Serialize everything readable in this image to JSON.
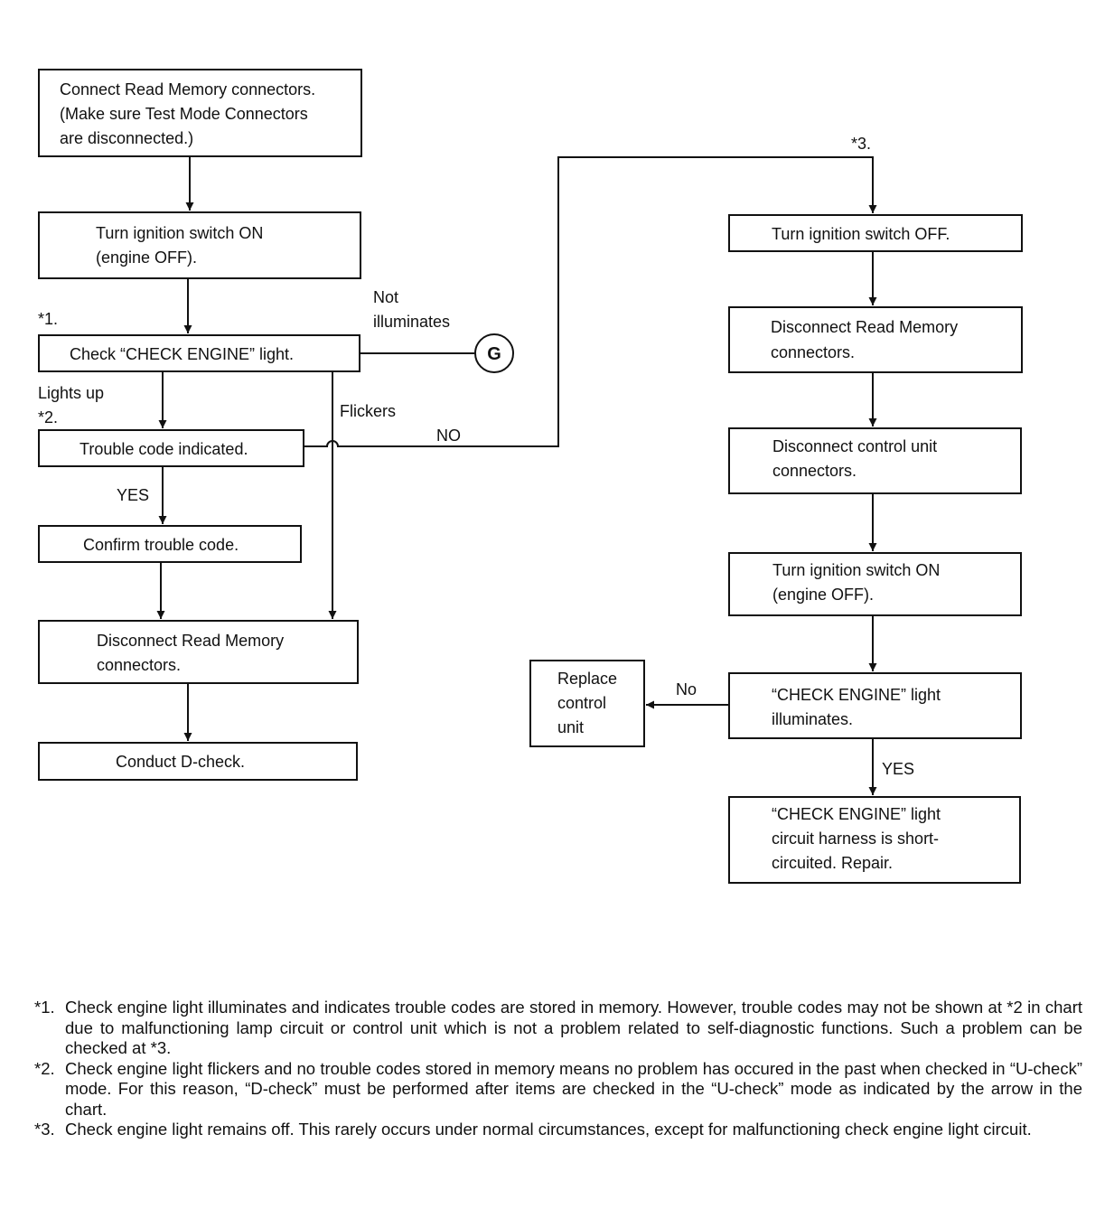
{
  "boxes": {
    "connect_rm": [
      "Connect Read Memory connectors.",
      "(Make sure Test Mode Connectors",
      "are disconnected.)"
    ],
    "ign_on_left": [
      "Turn ignition switch ON",
      "(engine OFF)."
    ],
    "check_light": [
      "Check “CHECK ENGINE” light."
    ],
    "trouble_code": [
      "Trouble code indicated."
    ],
    "confirm_code": [
      "Confirm trouble code."
    ],
    "disc_rm_left": [
      "Disconnect Read Memory",
      "connectors."
    ],
    "d_check": [
      "Conduct D-check."
    ],
    "ign_off": [
      "Turn ignition switch OFF."
    ],
    "disc_rm_right": [
      "Disconnect Read Memory",
      "connectors."
    ],
    "disc_cu": [
      "Disconnect control unit",
      "connectors."
    ],
    "ign_on_right": [
      "Turn ignition switch ON",
      "(engine OFF)."
    ],
    "check_illum": [
      "“CHECK ENGINE” light",
      "illuminates."
    ],
    "harness_short": [
      "“CHECK ENGINE” light",
      "circuit harness is short-",
      "circuited. Repair."
    ],
    "replace_cu": [
      "Replace",
      "control",
      "unit"
    ]
  },
  "labels": {
    "note1_mark": "*1.",
    "note2_mark": "*2.",
    "note3_mark": "*3.",
    "not_illuminates": [
      "Not",
      "illuminates"
    ],
    "lights_up": "Lights up",
    "flickers": "Flickers",
    "no_upper": "NO",
    "yes_left": "YES",
    "no_right": "No",
    "yes_right": "YES",
    "connector_g": "G"
  },
  "notes": [
    {
      "mark": "*1.",
      "text": "Check engine light illuminates and indicates trouble codes are stored in memory. However, trouble codes may not be shown at *2 in chart due to malfunctioning lamp circuit or control unit which is not a problem related to self-diagnostic functions. Such a problem can be checked at *3."
    },
    {
      "mark": "*2.",
      "text": "Check engine light flickers and no trouble codes stored in memory means no problem has occured in the past when checked in “U-check” mode. For this reason, “D-check” must be performed after items are checked in the “U-check” mode as indicated by the arrow in the chart."
    },
    {
      "mark": "*3.",
      "text": "Check engine light remains off. This rarely occurs under normal circumstances, except for malfunctioning check engine light circuit."
    }
  ]
}
